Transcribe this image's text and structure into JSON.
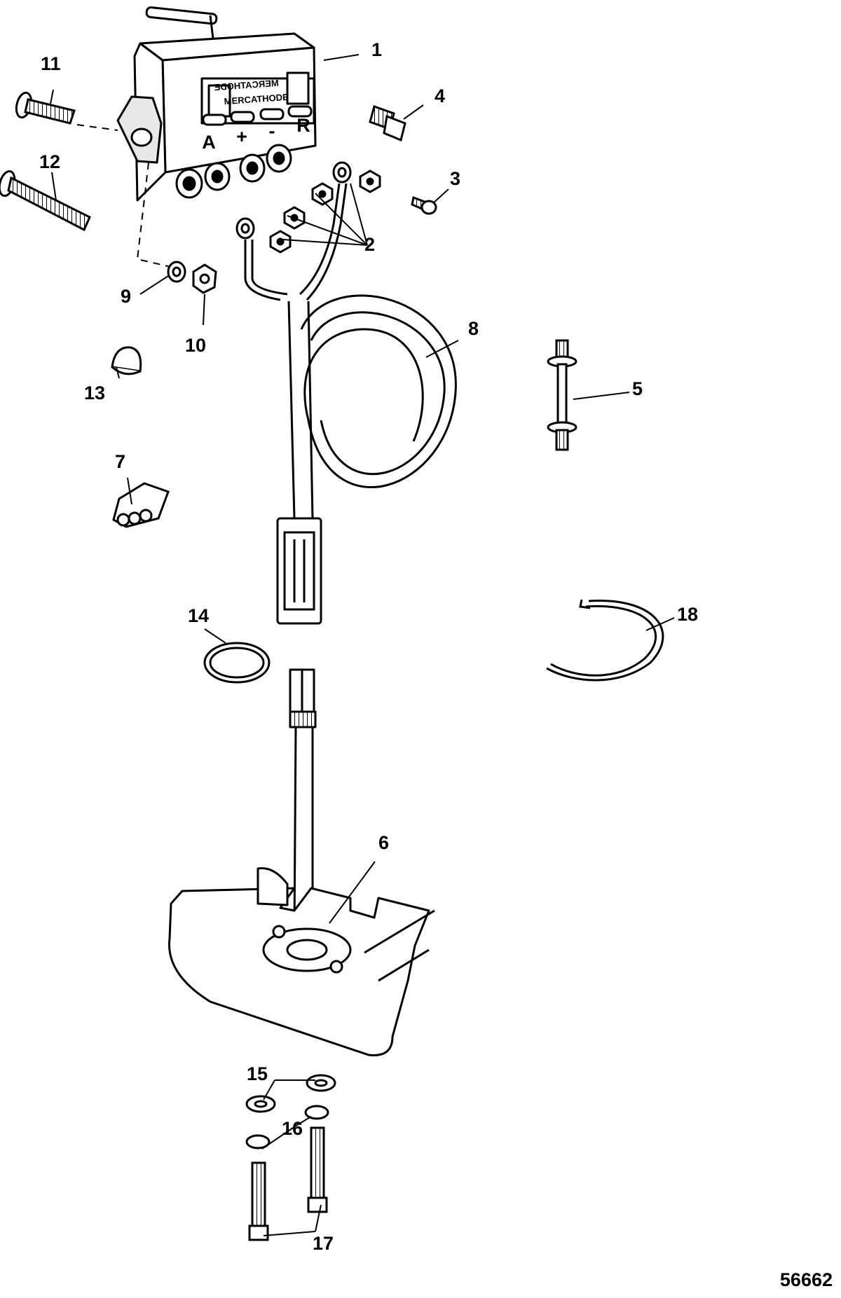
{
  "figure_id": "56662",
  "callouts": [
    "1",
    "2",
    "3",
    "4",
    "5",
    "6",
    "7",
    "8",
    "9",
    "10",
    "11",
    "12",
    "13",
    "14",
    "15",
    "16",
    "17",
    "18"
  ],
  "panel": {
    "brand_top": "MERCATHODE",
    "brand_bottom": "MERCATHODE",
    "buttons": [
      "A",
      "+",
      "-",
      "R"
    ]
  },
  "colors": {
    "ink": "#000000",
    "paper": "#ffffff",
    "shade": "#d9d9d9"
  }
}
